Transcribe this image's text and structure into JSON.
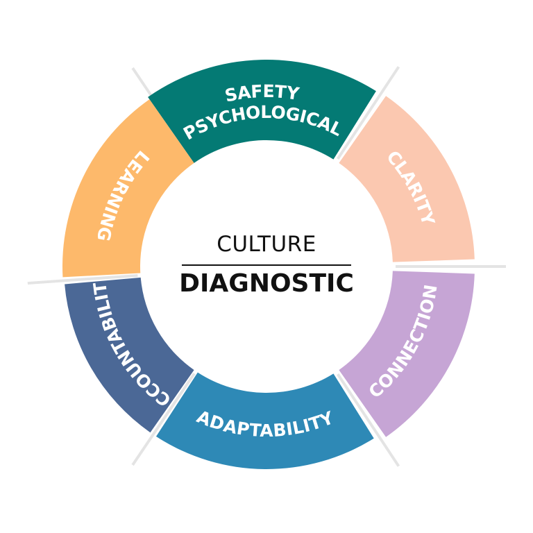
{
  "diagram": {
    "center": {
      "line1": "CULTURE",
      "line2": "DIAGNOSTIC"
    },
    "segments": [
      {
        "id": "psychological-safety",
        "lines": [
          "PSYCHOLOGICAL",
          "SAFETY"
        ],
        "color": "#047A74"
      },
      {
        "id": "clarity",
        "lines": [
          "CLARITY"
        ],
        "color": "#FBC8B0"
      },
      {
        "id": "connection",
        "lines": [
          "CONNECTION"
        ],
        "color": "#C6A5D5"
      },
      {
        "id": "adaptability",
        "lines": [
          "ADAPTABILITY"
        ],
        "color": "#2E89B6"
      },
      {
        "id": "accountability",
        "lines": [
          "ACCOUNTABILITY"
        ],
        "color": "#4B6896"
      },
      {
        "id": "learning",
        "lines": [
          "LEARNING"
        ],
        "color": "#FDB96B"
      }
    ]
  }
}
